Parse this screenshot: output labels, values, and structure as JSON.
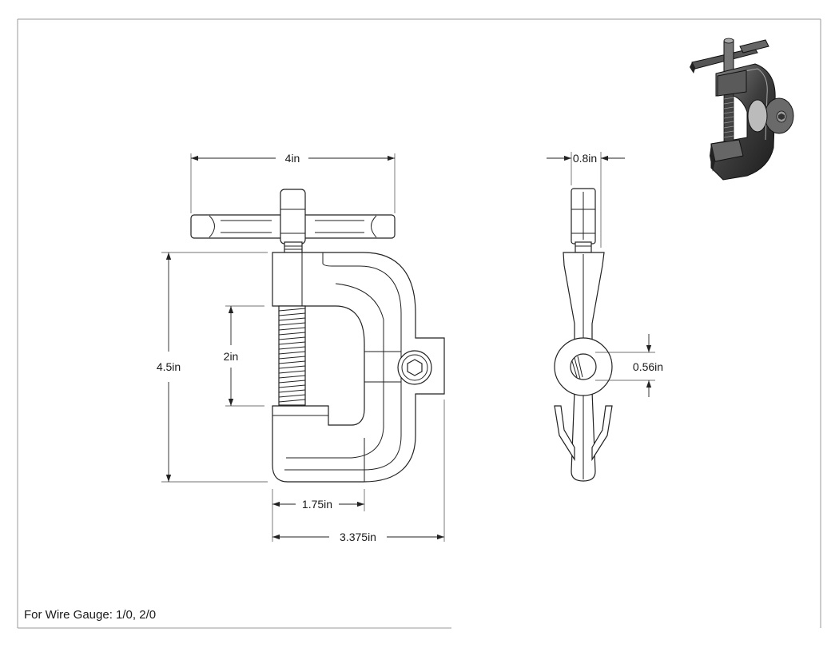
{
  "drawing": {
    "dimensions": {
      "handle_width": "4in",
      "overall_height": "4.5in",
      "jaw_opening": "2in",
      "throat_depth": "1.75in",
      "overall_width": "3.375in",
      "side_thickness": "0.8in",
      "hole_diameter": "0.56in"
    },
    "note": "For Wire Gauge: 1/0, 2/0"
  }
}
